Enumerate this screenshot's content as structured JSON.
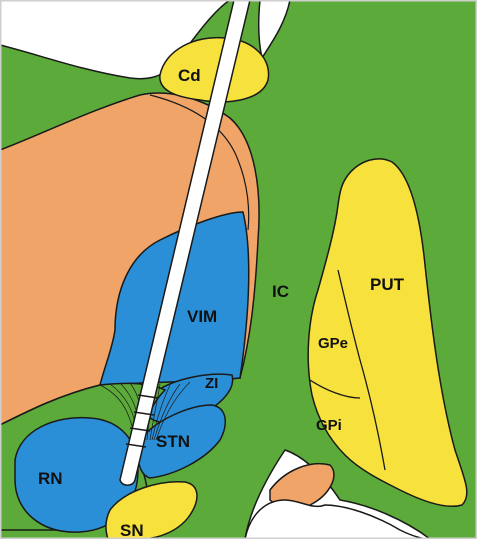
{
  "labels": {
    "cd": "Cd",
    "put": "PUT",
    "ic": "IC",
    "vim": "VIM",
    "gpe": "GPe",
    "zi": "ZI",
    "gpi": "GPi",
    "stn": "STN",
    "rn": "RN",
    "sn": "SN"
  },
  "colors": {
    "internal_capsule": "#5cab3a",
    "thalamus": "#f0a468",
    "nucleus_blue": "#2a8fd6",
    "nucleus_yellow": "#f7e13c",
    "background": "#ffffff",
    "outline": "#1a1a1a",
    "electrode": "#ffffff"
  },
  "icons": {
    "electrode": "dbs-electrode-icon"
  }
}
